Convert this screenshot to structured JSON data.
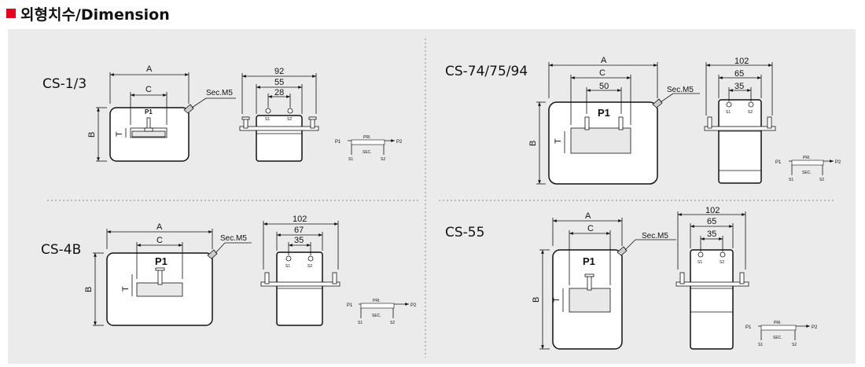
{
  "header": {
    "title": "외형치수/Dimension",
    "marker_color": "#e8001c"
  },
  "panel_bg": "#ebebeb",
  "labels": {
    "A": "A",
    "B": "B",
    "C": "C",
    "T": "T",
    "P1": "P1",
    "P2": "P2",
    "S1": "S1",
    "S2": "S2",
    "PRI": "PRI.",
    "SEC": "SEC.",
    "sec_terminal": "Sec.M5"
  },
  "diagrams": [
    {
      "model": "CS-1/3",
      "dims": [
        "92",
        "55",
        "28"
      ]
    },
    {
      "model": "CS-74/75/94",
      "dims": [
        "102",
        "65",
        "35",
        "50"
      ]
    },
    {
      "model": "CS-4B",
      "dims": [
        "102",
        "67",
        "35"
      ]
    },
    {
      "model": "CS-55",
      "dims": [
        "102",
        "65",
        "35"
      ]
    }
  ]
}
